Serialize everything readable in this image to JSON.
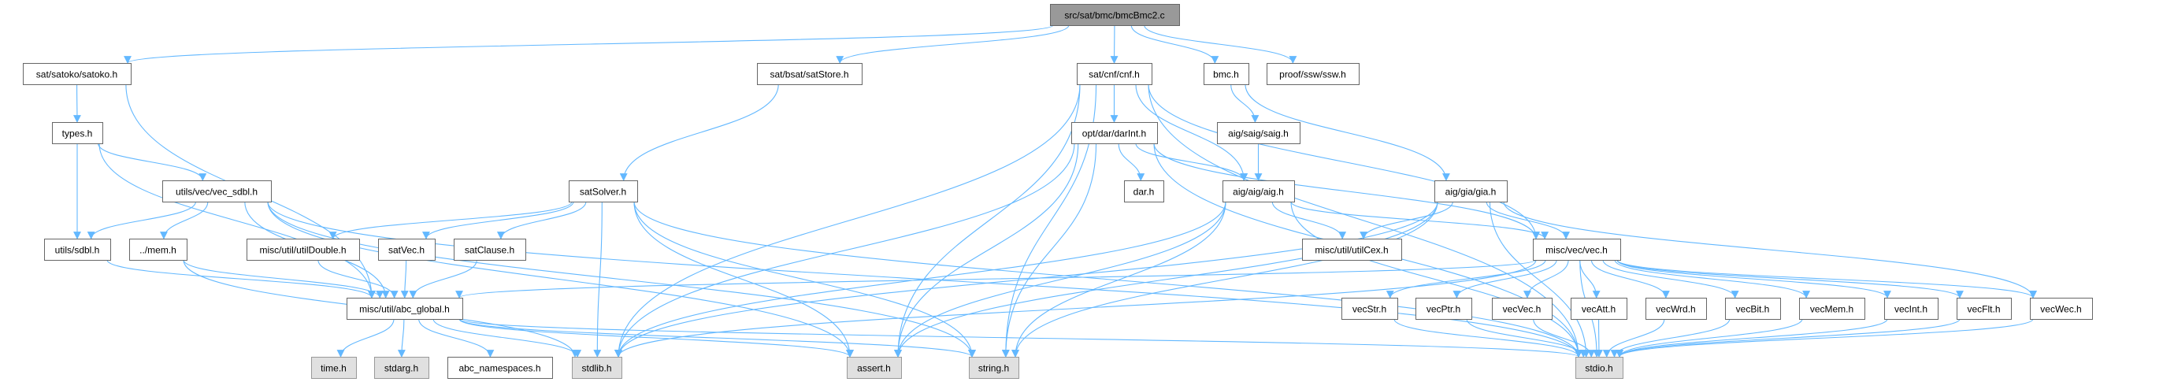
{
  "colors": {
    "edge": "#63b8ff",
    "node_border": "#666666",
    "root_fill": "#999999",
    "system_fill": "#e0e0e0"
  },
  "nodes": [
    {
      "id": "root",
      "label": "src/sat/bmc/bmcBmc2.c",
      "kind": "root"
    },
    {
      "id": "satoko",
      "label": "sat/satoko/satoko.h"
    },
    {
      "id": "satStore",
      "label": "sat/bsat/satStore.h"
    },
    {
      "id": "cnf",
      "label": "sat/cnf/cnf.h"
    },
    {
      "id": "bmc",
      "label": "bmc.h"
    },
    {
      "id": "ssw",
      "label": "proof/ssw/ssw.h"
    },
    {
      "id": "types",
      "label": "types.h"
    },
    {
      "id": "darInt",
      "label": "opt/dar/darInt.h"
    },
    {
      "id": "saig",
      "label": "aig/saig/saig.h"
    },
    {
      "id": "vec_sdbl",
      "label": "utils/vec/vec_sdbl.h"
    },
    {
      "id": "satSolver",
      "label": "satSolver.h"
    },
    {
      "id": "dar",
      "label": "dar.h"
    },
    {
      "id": "aig",
      "label": "aig/aig/aig.h"
    },
    {
      "id": "gia",
      "label": "aig/gia/gia.h"
    },
    {
      "id": "sdbl",
      "label": "utils/sdbl.h"
    },
    {
      "id": "mem",
      "label": "../mem.h"
    },
    {
      "id": "utilDouble",
      "label": "misc/util/utilDouble.h"
    },
    {
      "id": "satVec",
      "label": "satVec.h"
    },
    {
      "id": "satClause",
      "label": "satClause.h"
    },
    {
      "id": "utilCex",
      "label": "misc/util/utilCex.h"
    },
    {
      "id": "vec",
      "label": "misc/vec/vec.h"
    },
    {
      "id": "abc_global",
      "label": "misc/util/abc_global.h"
    },
    {
      "id": "vecStr",
      "label": "vecStr.h"
    },
    {
      "id": "vecPtr",
      "label": "vecPtr.h"
    },
    {
      "id": "vecVec",
      "label": "vecVec.h"
    },
    {
      "id": "vecAtt",
      "label": "vecAtt.h"
    },
    {
      "id": "vecWrd",
      "label": "vecWrd.h"
    },
    {
      "id": "vecBit",
      "label": "vecBit.h"
    },
    {
      "id": "vecMem",
      "label": "vecMem.h"
    },
    {
      "id": "vecInt",
      "label": "vecInt.h"
    },
    {
      "id": "vecFlt",
      "label": "vecFlt.h"
    },
    {
      "id": "vecWec",
      "label": "vecWec.h"
    },
    {
      "id": "time",
      "label": "time.h",
      "kind": "sys"
    },
    {
      "id": "stdarg",
      "label": "stdarg.h",
      "kind": "sys"
    },
    {
      "id": "abc_namespaces",
      "label": "abc_namespaces.h"
    },
    {
      "id": "stdlib",
      "label": "stdlib.h",
      "kind": "sys"
    },
    {
      "id": "assert",
      "label": "assert.h",
      "kind": "sys"
    },
    {
      "id": "string",
      "label": "string.h",
      "kind": "sys"
    },
    {
      "id": "stdio",
      "label": "stdio.h",
      "kind": "sys"
    }
  ],
  "edges": [
    [
      "root",
      "satoko"
    ],
    [
      "root",
      "satStore"
    ],
    [
      "root",
      "cnf"
    ],
    [
      "root",
      "bmc"
    ],
    [
      "root",
      "ssw"
    ],
    [
      "satoko",
      "types"
    ],
    [
      "satoko",
      "abc_global"
    ],
    [
      "types",
      "vec_sdbl"
    ],
    [
      "types",
      "sdbl"
    ],
    [
      "types",
      "abc_global"
    ],
    [
      "vec_sdbl",
      "sdbl"
    ],
    [
      "vec_sdbl",
      "mem"
    ],
    [
      "vec_sdbl",
      "abc_global"
    ],
    [
      "vec_sdbl",
      "assert"
    ],
    [
      "vec_sdbl",
      "string"
    ],
    [
      "vec_sdbl",
      "stdio"
    ],
    [
      "sdbl",
      "abc_global"
    ],
    [
      "mem",
      "abc_global"
    ],
    [
      "mem",
      "stdlib"
    ],
    [
      "satStore",
      "satSolver"
    ],
    [
      "satSolver",
      "utilDouble"
    ],
    [
      "satSolver",
      "satVec"
    ],
    [
      "satSolver",
      "satClause"
    ],
    [
      "satSolver",
      "stdlib"
    ],
    [
      "satSolver",
      "assert"
    ],
    [
      "satSolver",
      "string"
    ],
    [
      "satSolver",
      "stdio"
    ],
    [
      "utilDouble",
      "abc_global"
    ],
    [
      "satVec",
      "abc_global"
    ],
    [
      "satClause",
      "abc_global"
    ],
    [
      "abc_global",
      "time"
    ],
    [
      "abc_global",
      "stdarg"
    ],
    [
      "abc_global",
      "abc_namespaces"
    ],
    [
      "abc_global",
      "stdlib"
    ],
    [
      "abc_global",
      "assert"
    ],
    [
      "abc_global",
      "string"
    ],
    [
      "abc_global",
      "stdio"
    ],
    [
      "cnf",
      "darInt"
    ],
    [
      "cnf",
      "aig"
    ],
    [
      "cnf",
      "vec"
    ],
    [
      "cnf",
      "stdlib"
    ],
    [
      "cnf",
      "assert"
    ],
    [
      "cnf",
      "string"
    ],
    [
      "cnf",
      "stdio"
    ],
    [
      "bmc",
      "saig"
    ],
    [
      "bmc",
      "gia"
    ],
    [
      "darInt",
      "dar"
    ],
    [
      "darInt",
      "aig"
    ],
    [
      "darInt",
      "vec"
    ],
    [
      "darInt",
      "stdlib"
    ],
    [
      "darInt",
      "assert"
    ],
    [
      "darInt",
      "string"
    ],
    [
      "darInt",
      "stdio"
    ],
    [
      "saig",
      "aig"
    ],
    [
      "aig",
      "utilCex"
    ],
    [
      "aig",
      "vec"
    ],
    [
      "aig",
      "stdlib"
    ],
    [
      "aig",
      "assert"
    ],
    [
      "aig",
      "string"
    ],
    [
      "aig",
      "stdio"
    ],
    [
      "gia",
      "vec"
    ],
    [
      "gia",
      "utilCex"
    ],
    [
      "gia",
      "vecWec"
    ],
    [
      "gia",
      "stdio"
    ],
    [
      "gia",
      "assert"
    ],
    [
      "gia",
      "string"
    ],
    [
      "gia",
      "stdlib"
    ],
    [
      "vec",
      "abc_global"
    ],
    [
      "vec",
      "vecStr"
    ],
    [
      "vec",
      "vecPtr"
    ],
    [
      "vec",
      "vecVec"
    ],
    [
      "vec",
      "vecAtt"
    ],
    [
      "vec",
      "vecWrd"
    ],
    [
      "vec",
      "vecBit"
    ],
    [
      "vec",
      "vecMem"
    ],
    [
      "vec",
      "vecInt"
    ],
    [
      "vec",
      "vecFlt"
    ],
    [
      "vec",
      "vecWec"
    ],
    [
      "vec",
      "stdlib"
    ],
    [
      "vec",
      "stdio"
    ],
    [
      "vecStr",
      "stdio"
    ],
    [
      "vecPtr",
      "stdio"
    ],
    [
      "vecVec",
      "stdio"
    ],
    [
      "vecAtt",
      "stdio"
    ],
    [
      "vecWrd",
      "stdio"
    ],
    [
      "vecBit",
      "stdio"
    ],
    [
      "vecMem",
      "stdio"
    ],
    [
      "vecInt",
      "stdio"
    ],
    [
      "vecFlt",
      "stdio"
    ],
    [
      "vecWec",
      "stdio"
    ]
  ]
}
